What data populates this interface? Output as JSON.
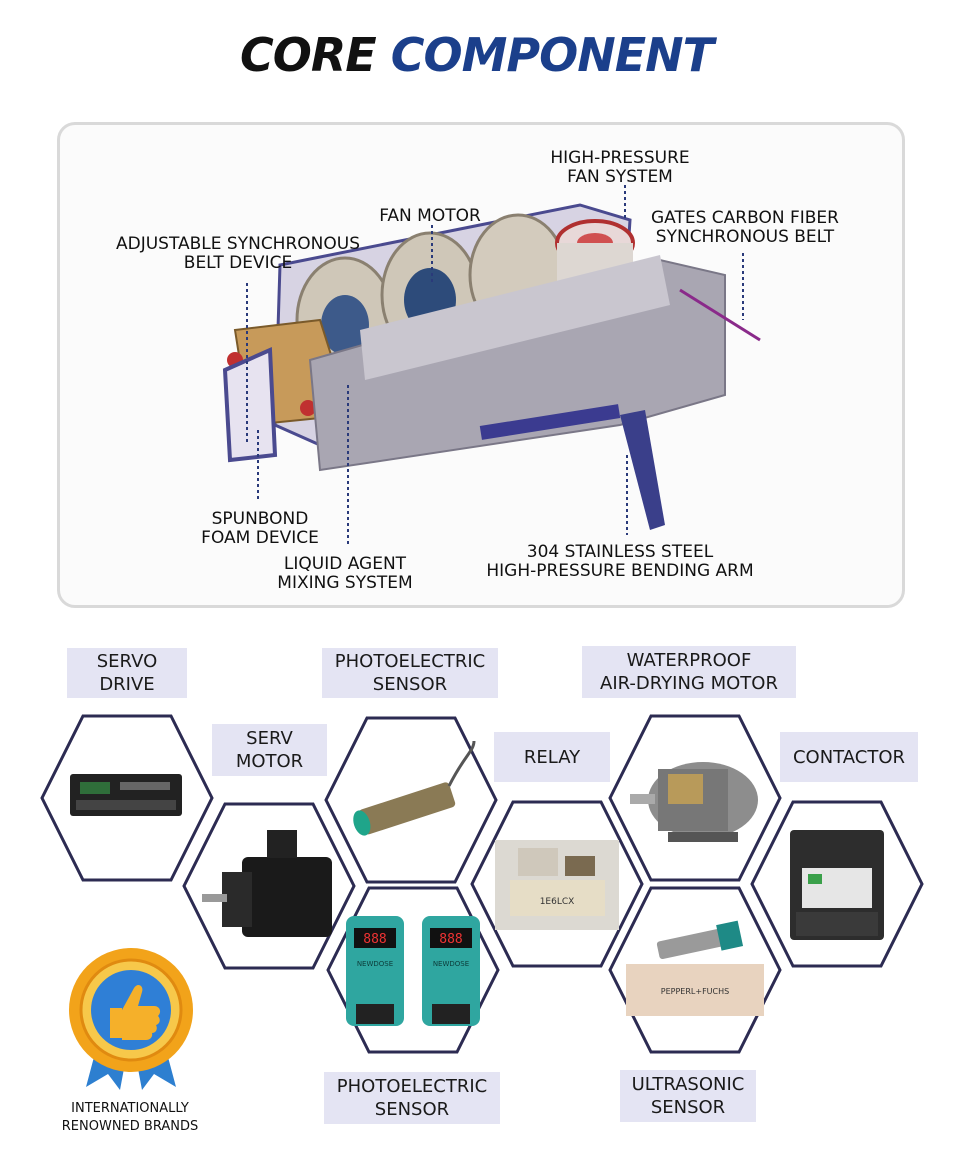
{
  "header": {
    "title_part1": "CORE",
    "title_part2": "COMPONENT"
  },
  "diagram": {
    "callouts": {
      "adjustable_belt": "ADJUSTABLE SYNCHRONOUS\nBELT DEVICE",
      "fan_motor": "FAN MOTOR",
      "hp_fan": "HIGH-PRESSURE\nFAN SYSTEM",
      "gates_belt": "GATES CARBON FIBER\nSYNCHRONOUS BELT",
      "spunbond": "SPUNBOND\nFOAM DEVICE",
      "liquid_agent": "LIQUID AGENT\nMIXING SYSTEM",
      "bending_arm": "304 STAINLESS STEEL\nHIGH-PRESSURE BENDING ARM"
    }
  },
  "components": {
    "servo_drive": "SERVO\nDRIVE",
    "serv_motor": "SERV\nMOTOR",
    "photo_sensor_top": "PHOTOELECTRIC\nSENSOR",
    "relay": "RELAY",
    "waterproof_motor": "WATERPROOF\nAIR-DRYING MOTOR",
    "contactor": "CONTACTOR",
    "photo_sensor_bottom": "PHOTOELECTRIC\nSENSOR",
    "ultrasonic_sensor": "ULTRASONIC\nSENSOR"
  },
  "product_text": {
    "pump_brand": "NEWDOSE",
    "pump_display": "888",
    "relay_model": "1E6LCX",
    "ultrasonic_brand": "PEPPERL+FUCHS"
  },
  "badge": {
    "text": "INTERNATIONALLY\nRENOWNED BRANDS"
  },
  "colors": {
    "accent_blue": "#1b3f8b",
    "label_bg": "#e4e4f3",
    "hex_border": "#2c2b52"
  }
}
